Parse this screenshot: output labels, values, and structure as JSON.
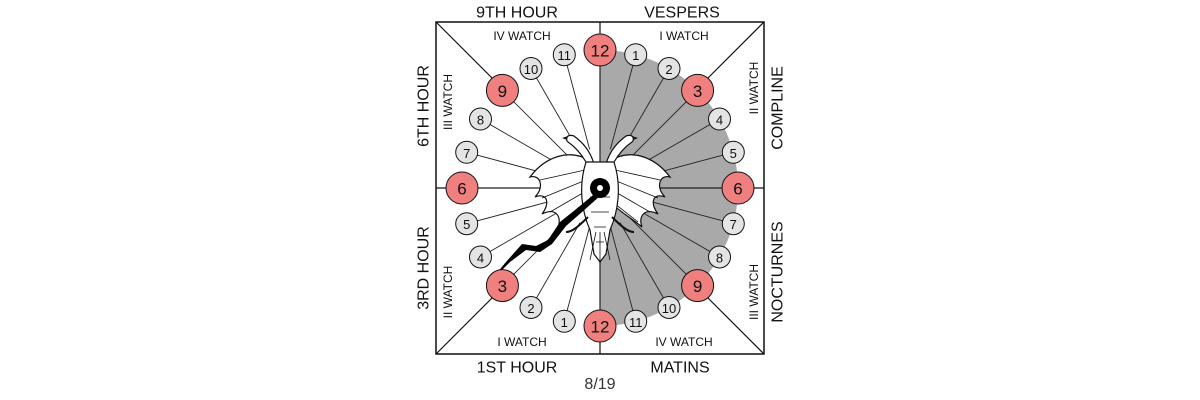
{
  "colors": {
    "major_hour_fill": "#f08080",
    "minor_hour_fill": "#e4e4e4",
    "night_shade": "#a9a9a9",
    "line": "#111111",
    "hand": "#000000"
  },
  "outer_labels": {
    "top_left": "9TH HOUR",
    "top_right": "VESPERS",
    "left_top": "6TH HOUR",
    "left_bottom": "3RD HOUR",
    "right_top": "COMPLINE",
    "right_bottom": "NOCTURNES",
    "bottom_left": "1ST HOUR",
    "bottom_right": "MATINS"
  },
  "watch_labels": {
    "top_left": "IV WATCH",
    "top_right": "I WATCH",
    "left_top": "III WATCH",
    "left_bottom": "II WATCH",
    "right_top": "II WATCH",
    "right_bottom": "III WATCH",
    "bottom_left": "I WATCH",
    "bottom_right": "IV WATCH"
  },
  "dial_numbers": [
    "12",
    "1",
    "2",
    "3",
    "4",
    "5",
    "6",
    "7",
    "8",
    "9",
    "10",
    "11",
    "12",
    "1",
    "2",
    "3",
    "4",
    "5",
    "6",
    "7",
    "8",
    "9",
    "10",
    "11"
  ],
  "major_numbers": [
    "12",
    "3",
    "6",
    "9"
  ],
  "center_emblem": "double-headed-eagle-icon",
  "hand_pointer": "clock-hand-icon",
  "slide_number": "8/19"
}
